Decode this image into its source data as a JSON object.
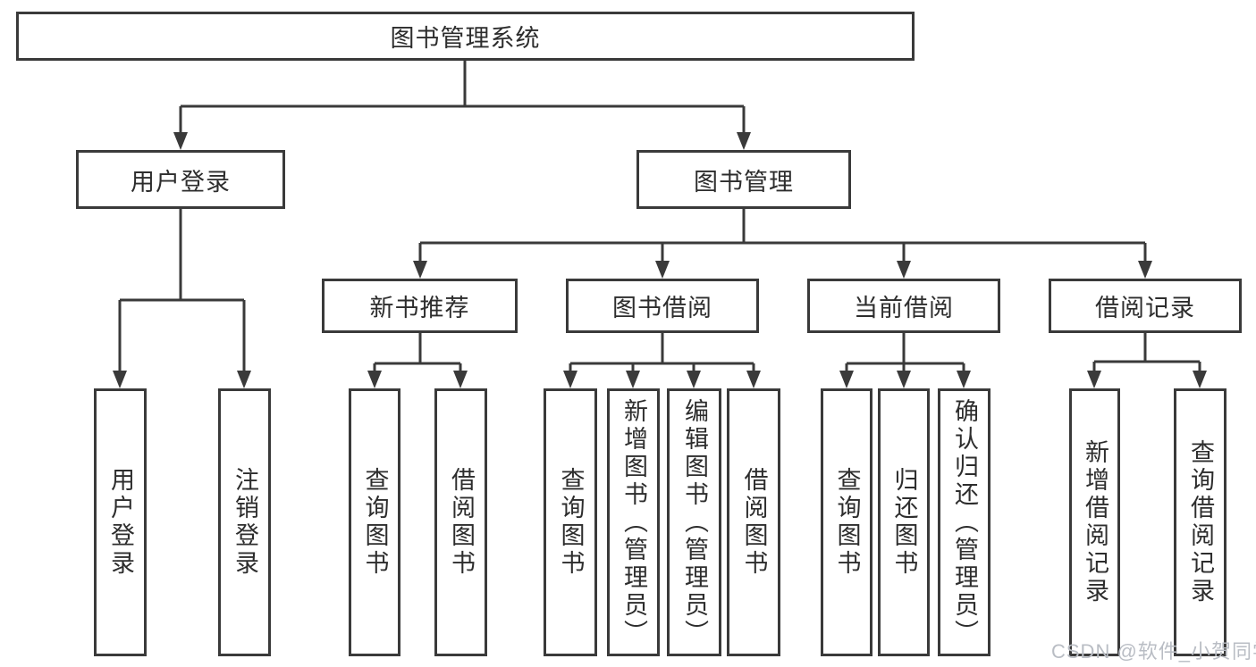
{
  "diagram": {
    "root": "图书管理系统",
    "level2": {
      "user_login": "用户登录",
      "book_management": "图书管理"
    },
    "level3": {
      "new_books": "新书推荐",
      "book_borrowing": "图书借阅",
      "current_borrowing": "当前借阅",
      "borrow_records": "借阅记录"
    },
    "leaves": {
      "user_login": [
        "用户登录",
        "注销登录"
      ],
      "new_books": [
        "查询图书",
        "借阅图书"
      ],
      "book_borrowing": [
        "查询图书",
        "新增图书（管理员）",
        "编辑图书（管理员）",
        "借阅图书"
      ],
      "current_borrowing": [
        "查询图书",
        "归还图书",
        "确认归还（管理员）"
      ],
      "borrow_records": [
        "新增借阅记录",
        "查询借阅记录"
      ]
    }
  },
  "watermark": "CSDN @软件_小贺同学",
  "colors": {
    "line": "#3a3a3a",
    "text": "#2d2d2d",
    "watermark": "#b9bdc4",
    "background": "#ffffff"
  }
}
